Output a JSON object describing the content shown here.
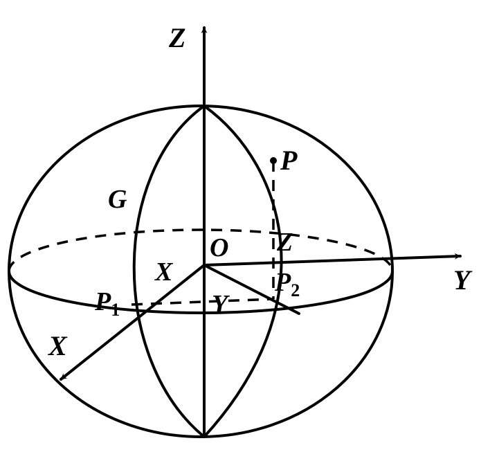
{
  "labels": {
    "axis_z": "Z",
    "axis_y": "Y",
    "axis_x": "X",
    "origin": "O",
    "point_p": "P",
    "point_g": "G",
    "point_p1": "P",
    "point_p1_sub": "1",
    "point_p2": "P",
    "point_p2_sub": "2",
    "coord_x": "X",
    "coord_y": "Y",
    "coord_z": "Z"
  },
  "colors": {
    "stroke": "#000000",
    "background": "#ffffff"
  }
}
